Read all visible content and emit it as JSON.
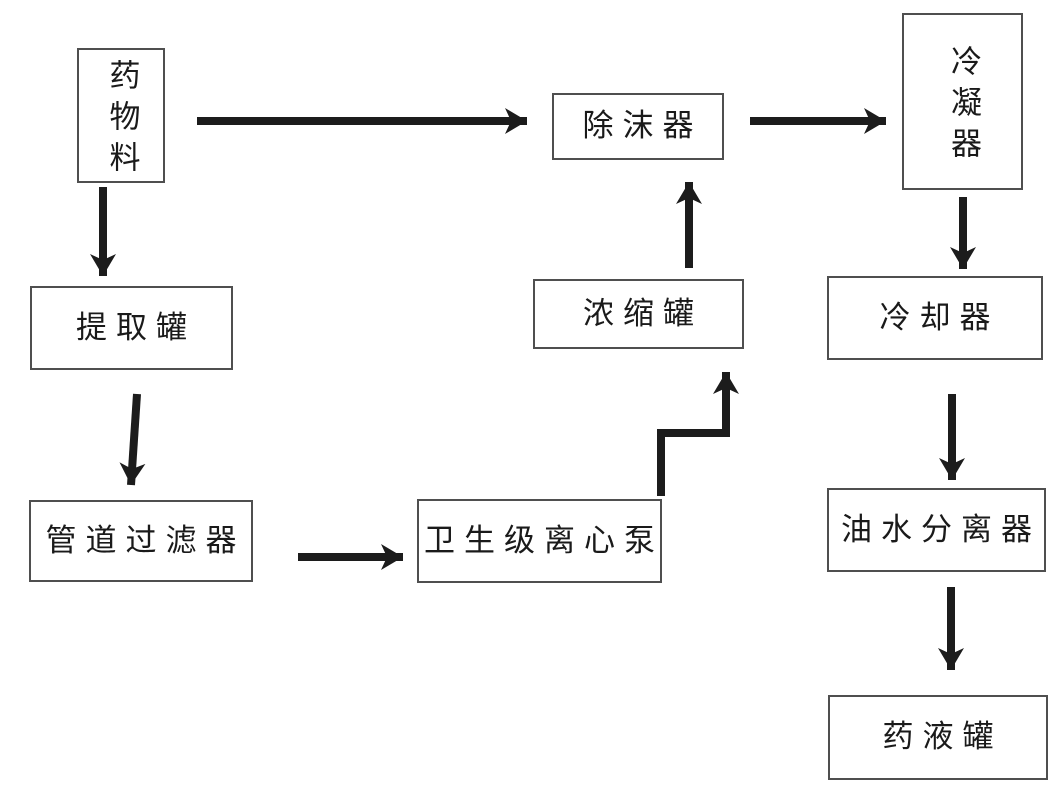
{
  "diagram": {
    "type": "process-flowchart",
    "nodes": {
      "raw_material": {
        "label": "药物料",
        "shape": "rect",
        "text_direction": "vertical"
      },
      "demister": {
        "label": "除沫器",
        "shape": "rect",
        "text_direction": "horizontal"
      },
      "condenser": {
        "label": "冷凝器",
        "shape": "rect",
        "text_direction": "vertical"
      },
      "extraction_tank": {
        "label": "提取罐",
        "shape": "rect",
        "text_direction": "horizontal"
      },
      "concentration_tank": {
        "label": "浓缩罐",
        "shape": "rect",
        "text_direction": "horizontal"
      },
      "cooler": {
        "label": "冷却器",
        "shape": "rect",
        "text_direction": "horizontal"
      },
      "pipeline_filter": {
        "label": "管道过滤器",
        "shape": "rect",
        "text_direction": "horizontal"
      },
      "sanitary_pump": {
        "label": "卫生级离心泵",
        "shape": "rect",
        "text_direction": "horizontal"
      },
      "oil_water_separator": {
        "label": "油水分离器",
        "shape": "rect",
        "text_direction": "horizontal"
      },
      "liquid_tank": {
        "label": "药液罐",
        "shape": "rect",
        "text_direction": "horizontal"
      }
    },
    "edges": [
      {
        "from": "raw_material",
        "to": "demister",
        "direction": "right"
      },
      {
        "from": "raw_material",
        "to": "extraction_tank",
        "direction": "down"
      },
      {
        "from": "demister",
        "to": "condenser",
        "direction": "right"
      },
      {
        "from": "condenser",
        "to": "cooler",
        "direction": "down"
      },
      {
        "from": "extraction_tank",
        "to": "pipeline_filter",
        "direction": "down"
      },
      {
        "from": "pipeline_filter",
        "to": "sanitary_pump",
        "direction": "right"
      },
      {
        "from": "sanitary_pump",
        "to": "concentration_tank",
        "direction": "up-right-up-elbow"
      },
      {
        "from": "concentration_tank",
        "to": "demister",
        "direction": "up"
      },
      {
        "from": "cooler",
        "to": "oil_water_separator",
        "direction": "down"
      },
      {
        "from": "oil_water_separator",
        "to": "liquid_tank",
        "direction": "down"
      }
    ],
    "colors": {
      "background": "#ffffff",
      "box_fill": "#ffffff",
      "box_border": "#4f4f4f",
      "arrow": "#1c1c1c",
      "text": "#1a1a1a"
    }
  }
}
